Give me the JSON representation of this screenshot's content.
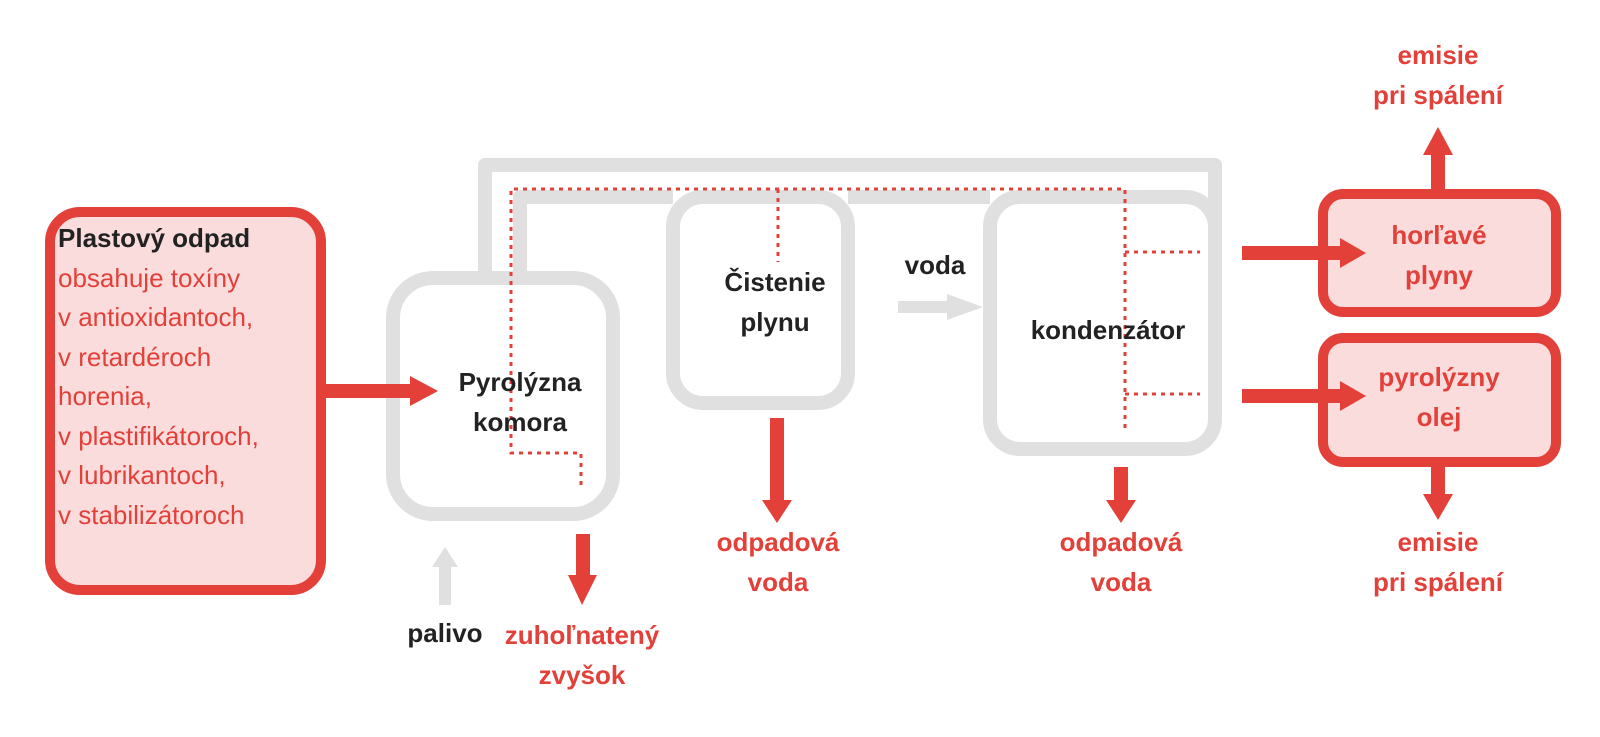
{
  "colors": {
    "accent": "#e3403a",
    "pipe": "#e0e0e0",
    "box_fill": "#fadcdc",
    "dark_text": "#222222"
  },
  "input": {
    "title": "Plastový odpad",
    "lines": [
      "obsahuje toxíny",
      "v antioxidantoch,",
      "v retardéroch",
      "horenia,",
      "v plastifikátoroch,",
      "v lubrikantoch,",
      "v stabilizátoroch"
    ]
  },
  "chamber": {
    "line1": "Pyrolýzna",
    "line2": "komora"
  },
  "cleaning": {
    "line1": "Čistenie",
    "line2": "plynu"
  },
  "water_in": "voda",
  "condenser": "kondenzátor",
  "fuel": "palivo",
  "residue": {
    "line1": "zuhoľnatený",
    "line2": "zvyšok"
  },
  "wastewater_1": {
    "line1": "odpadová",
    "line2": "voda"
  },
  "wastewater_2": {
    "line1": "odpadová",
    "line2": "voda"
  },
  "gas_out": {
    "line1": "horľavé",
    "line2": "plyny"
  },
  "oil_out": {
    "line1": "pyrolýzny",
    "line2": "olej"
  },
  "emission_top": {
    "line1": "emisie",
    "line2": "pri spálení"
  },
  "emission_bottom": {
    "line1": "emisie",
    "line2": "pri spálení"
  }
}
